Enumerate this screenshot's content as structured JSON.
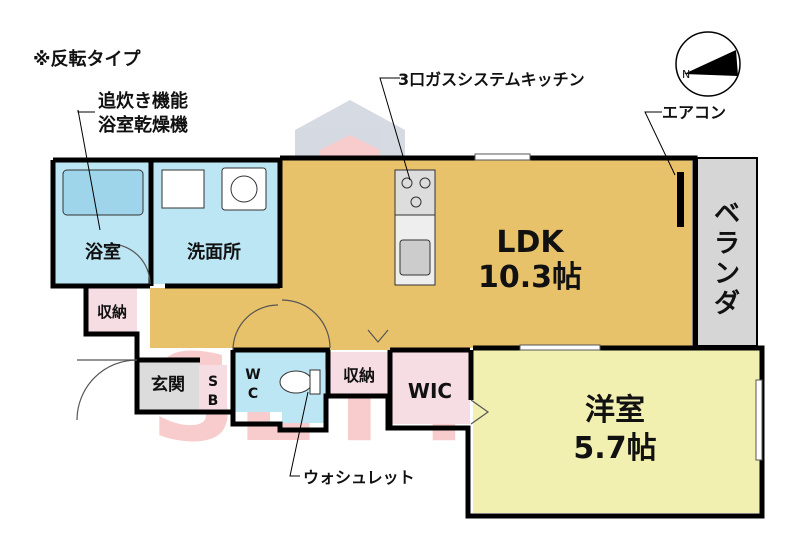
{
  "note": "※反転タイプ",
  "rooms": {
    "ldk": {
      "name": "LDK",
      "size": "10.3帖"
    },
    "western": {
      "name": "洋室",
      "size": "5.7帖"
    },
    "bath": "浴室",
    "washroom": "洗面所",
    "storage_upper": "収納",
    "storage_middle": "収納",
    "entrance": "玄関",
    "shoebox": [
      "S",
      "B"
    ],
    "toilet": [
      "W",
      "C"
    ],
    "wic": "WIC",
    "balcony": [
      "ベ",
      "ラ",
      "ン",
      "ダ"
    ]
  },
  "callouts": {
    "bath_features": [
      "追炊き機能",
      "浴室乾燥機"
    ],
    "kitchen": "3口ガスシステムキッチン",
    "aircon": "エアコン",
    "washlet": "ウォシュレット"
  },
  "compass": {
    "label": "N"
  },
  "watermark": "SETTO",
  "colors": {
    "ldk": "#e8c26a",
    "western": "#f2f0b0",
    "wet_area": "#bde6f4",
    "storage": "#f6dde4",
    "entrance": "#dcdcdc",
    "balcony": "#d6d6d6",
    "wall": "#000000",
    "watermark_red": "#e84b4b",
    "watermark_gray": "#6c7b96"
  }
}
